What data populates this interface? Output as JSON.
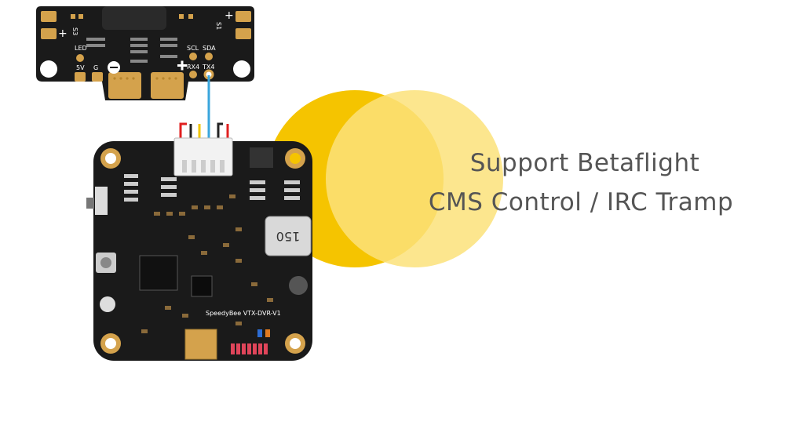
{
  "headline": {
    "line1": "Support Betaflight",
    "line2": "CMS Control / IRC Tramp"
  },
  "fc_board": {
    "pads": {
      "s3": "S3",
      "s1": "S1",
      "led": "LED",
      "v5": "5V",
      "g": "G",
      "scl": "SCL",
      "sda": "SDA",
      "rx4": "RX4",
      "tx4": "TX4",
      "plus": "+",
      "minus": "−"
    }
  },
  "vtx_board": {
    "inductor_label": "150",
    "brand_label": "SpeedyBee  VTX-DVR-V1"
  },
  "colors": {
    "circle_dark": "#F5C400",
    "circle_light": "#FBE27A",
    "board": "#1a1a1a",
    "gold": "#D4A24C",
    "wire": "#3AA6DD"
  }
}
